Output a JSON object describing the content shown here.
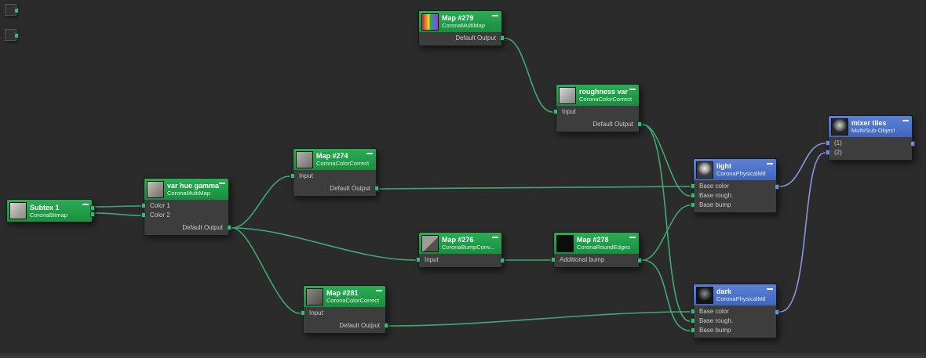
{
  "colors": {
    "background": "#2b2b2b",
    "map_header_green": "#1fa14a",
    "material_header_blue": "#4a72c8",
    "wire_map_green": "#3fa876",
    "wire_material_blue": "#8d96d8",
    "node_body": "#3d3d3d"
  },
  "icons": {
    "minimize": "dash"
  },
  "nodes": {
    "subtex1": {
      "title": "Subtex 1",
      "subtitle": "CoronaBitmap"
    },
    "var_hue_gamma": {
      "title": "var hue gamma",
      "subtitle": "CoronaMultiMap",
      "slots": {
        "in1": "Color 1",
        "in2": "Color 2",
        "out": "Default Output"
      }
    },
    "map274": {
      "title": "Map #274",
      "subtitle": "CoronaColorCorrect",
      "slots": {
        "in": "Input",
        "out": "Default Output"
      }
    },
    "map279": {
      "title": "Map #279",
      "subtitle": "CoronaMultiMap",
      "slots": {
        "out": "Default Output"
      }
    },
    "roughness_var": {
      "title": "roughness var",
      "subtitle": "CoronaColorCorrect",
      "slots": {
        "in": "Input",
        "out": "Default Output"
      }
    },
    "map276": {
      "title": "Map #276",
      "subtitle": "CoronaBumpConv...",
      "slots": {
        "in": "Input"
      }
    },
    "map278": {
      "title": "Map #278",
      "subtitle": "CoronaRoundEdges",
      "slots": {
        "in": "Additional bump"
      }
    },
    "map281": {
      "title": "Map #281",
      "subtitle": "CoronaColorCorrect",
      "slots": {
        "in": "Input",
        "out": "Default Output"
      }
    },
    "light": {
      "title": "light",
      "subtitle": "CoronaPhysicalMtl",
      "slots": {
        "in1": "Base color",
        "in2": "Base rough.",
        "in3": "Base bump"
      }
    },
    "dark": {
      "title": "dark",
      "subtitle": "CoronaPhysicalMtl",
      "slots": {
        "in1": "Base color",
        "in2": "Base rough.",
        "in3": "Base bump"
      }
    },
    "mixer_tiles": {
      "title": "mixer tiles",
      "subtitle": "Multi/Sub-Object",
      "slots": {
        "in1": "(1)",
        "in2": "(2)"
      }
    }
  },
  "connections": [
    {
      "from": "Subtex 1",
      "to": "var hue gamma / Color 1"
    },
    {
      "from": "Subtex 1",
      "to": "var hue gamma / Color 2"
    },
    {
      "from": "var hue gamma / Default Output",
      "to": "Map #274 / Input"
    },
    {
      "from": "var hue gamma / Default Output",
      "to": "Map #276 / Input"
    },
    {
      "from": "var hue gamma / Default Output",
      "to": "Map #281 / Input"
    },
    {
      "from": "Map #279 / Default Output",
      "to": "roughness var / Input"
    },
    {
      "from": "Map #274 / Default Output",
      "to": "light / Base color"
    },
    {
      "from": "roughness var / Default Output",
      "to": "light / Base rough."
    },
    {
      "from": "roughness var / Default Output",
      "to": "dark / Base rough."
    },
    {
      "from": "Map #276",
      "to": "Map #278 / Additional bump"
    },
    {
      "from": "Map #278",
      "to": "light / Base bump"
    },
    {
      "from": "Map #278",
      "to": "dark / Base bump"
    },
    {
      "from": "Map #281 / Default Output",
      "to": "dark / Base color"
    },
    {
      "from": "light",
      "to": "mixer tiles / (1)"
    },
    {
      "from": "dark",
      "to": "mixer tiles / (2)"
    }
  ]
}
